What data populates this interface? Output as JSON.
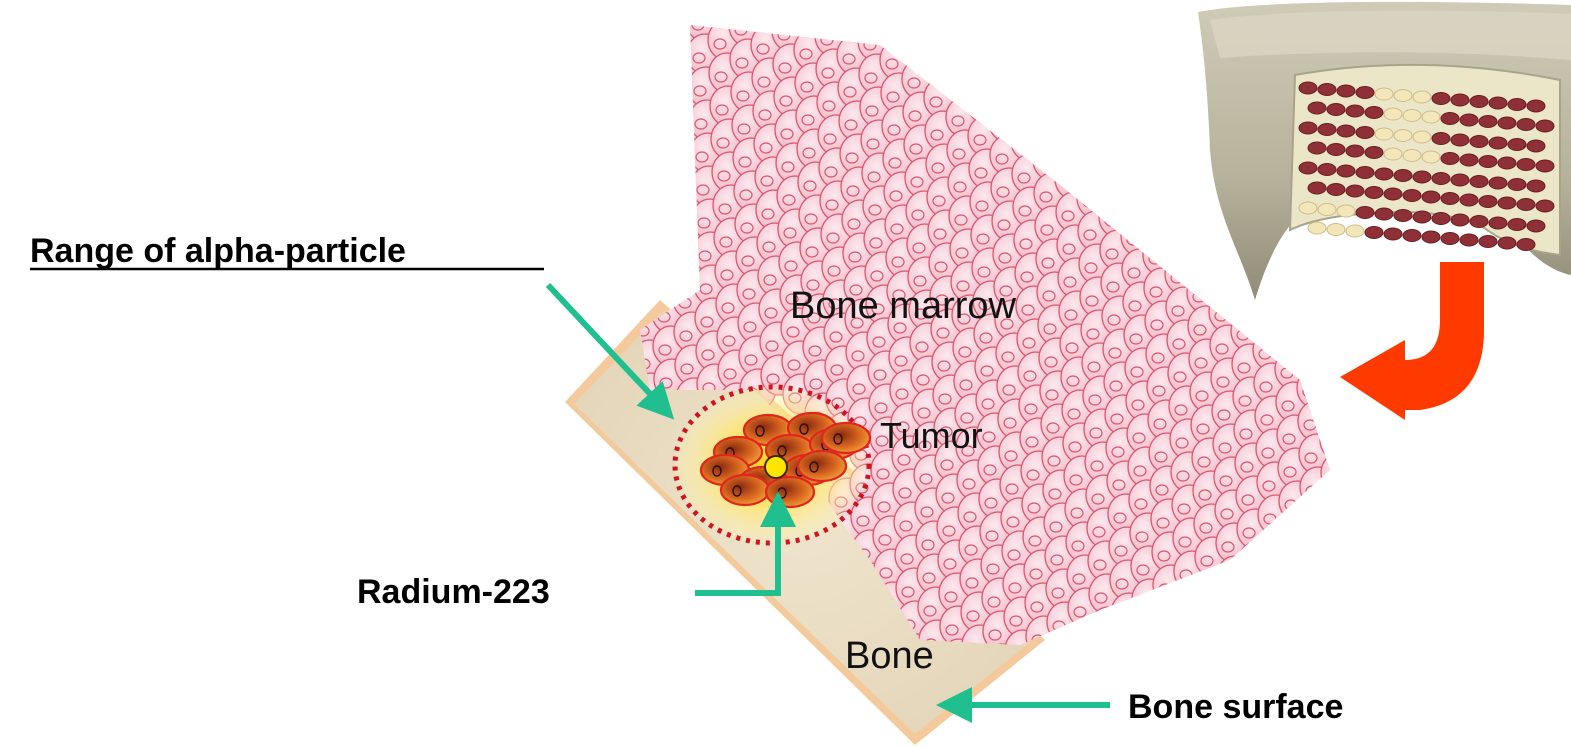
{
  "labels": {
    "range_of_alpha_particle": "Range of alpha-particle",
    "bone_marrow": "Bone marrow",
    "tumor": "Tumor",
    "radium_223": "Radium-223",
    "bone": "Bone",
    "bone_surface": "Bone surface"
  },
  "colors": {
    "arrow_teal": "#1fbf8f",
    "curved_arrow": "#ff3a00",
    "marrow_cell_fill": "#f7c6d0",
    "marrow_cell_stroke": "#d9576f",
    "bone_fill": "#e9dcc2",
    "bone_edge": "#f3c79a",
    "tumor_dashed_circle": "#d0141e",
    "tumor_cell_fill": "#c84a1e",
    "radium_dot": "#ffe600",
    "glow": "#ffe24a"
  },
  "icons": {
    "inset": "bone-cross-section-icon",
    "curved_arrow": "curved-arrow-icon"
  }
}
